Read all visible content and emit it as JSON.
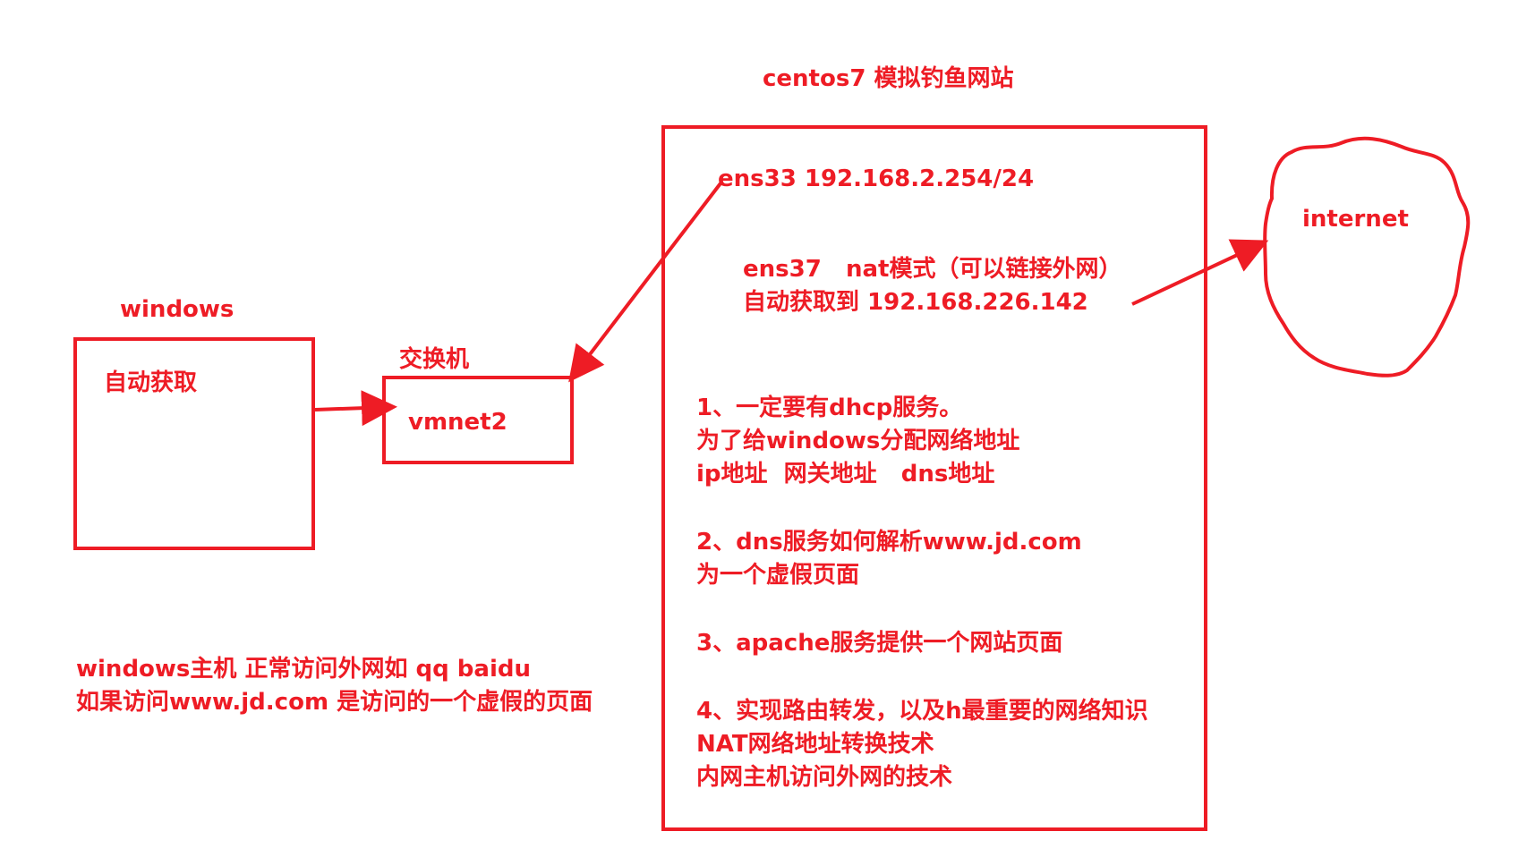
{
  "colors": {
    "ink": "#ee1c25",
    "background": "#ffffff"
  },
  "diagram": {
    "title": "centos7 模拟钓鱼网站",
    "windows": {
      "label": "windows",
      "box_text": "自动获取"
    },
    "switch": {
      "label": "交换机",
      "box_text": "vmnet2"
    },
    "server": {
      "ens33": "ens33 192.168.2.254/24",
      "ens37_line1": "ens37   nat模式（可以链接外网）",
      "ens37_line2": "自动获取到 192.168.226.142",
      "item1": [
        "1、一定要有dhcp服务。",
        "为了给windows分配网络地址",
        "ip地址  网关地址   dns地址"
      ],
      "item2": [
        "2、dns服务如何解析www.jd.com",
        "为一个虚假页面"
      ],
      "item3": [
        "3、apache服务提供一个网站页面"
      ],
      "item4": [
        "4、实现路由转发，以及h最重要的网络知识",
        "NAT网络地址转换技术",
        "内网主机访问外网的技术"
      ]
    },
    "internet": {
      "label": "internet"
    },
    "note": [
      "windows主机 正常访问外网如 qq baidu",
      "如果访问www.jd.com 是访问的一个虚假的页面"
    ]
  }
}
